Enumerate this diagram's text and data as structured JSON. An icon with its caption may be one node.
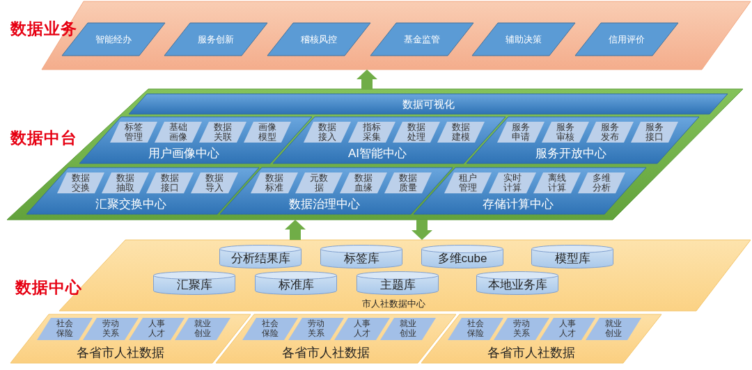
{
  "diagram": {
    "nodes": [
      {
        "text": [
          "数据业务"
        ]
      },
      {
        "text": [
          "智能经办"
        ],
        "in": 0
      },
      {
        "text": [
          "服务创新"
        ],
        "in": 0
      },
      {
        "text": [
          "稽核风控"
        ],
        "in": 0
      },
      {
        "text": [
          "基金监管"
        ],
        "in": 0
      },
      {
        "text": [
          "辅助决策"
        ],
        "in": 0
      },
      {
        "text": [
          "信用评价"
        ],
        "in": 0
      },
      {
        "text": [
          "数据中台"
        ]
      },
      {
        "text": [
          "数据可视化"
        ],
        "in": 7
      },
      {
        "text": [
          "用户画像中心"
        ],
        "in": 7
      },
      {
        "text": [
          "标签管理"
        ],
        "in": 9
      },
      {
        "text": [
          "基础画像"
        ],
        "in": 9
      },
      {
        "text": [
          "数据关联"
        ],
        "in": 9
      },
      {
        "text": [
          "画像模型"
        ],
        "in": 9
      },
      {
        "text": [
          "AI智能中心"
        ],
        "in": 7
      },
      {
        "text": [
          "数据接入"
        ],
        "in": 14
      },
      {
        "text": [
          "指标采集"
        ],
        "in": 14
      },
      {
        "text": [
          "数据处理"
        ],
        "in": 14
      },
      {
        "text": [
          "数据建模"
        ],
        "in": 14
      },
      {
        "text": [
          "服务开放中心"
        ],
        "in": 7
      },
      {
        "text": [
          "服务申请"
        ],
        "in": 19
      },
      {
        "text": [
          "服务审核"
        ],
        "in": 19
      },
      {
        "text": [
          "服务发布"
        ],
        "in": 19
      },
      {
        "text": [
          "服务接口"
        ],
        "in": 19
      },
      {
        "text": [
          "汇聚交换中心"
        ],
        "in": 7
      },
      {
        "text": [
          "数据交换"
        ],
        "in": 24
      },
      {
        "text": [
          "数据抽取"
        ],
        "in": 24
      },
      {
        "text": [
          "数据接口"
        ],
        "in": 24
      },
      {
        "text": [
          "数据导入"
        ],
        "in": 24
      },
      {
        "text": [
          "数据治理中心"
        ],
        "in": 7
      },
      {
        "text": [
          "数据标准"
        ],
        "in": 29
      },
      {
        "text": [
          "元数据"
        ],
        "in": 29
      },
      {
        "text": [
          "数据血缘"
        ],
        "in": 29
      },
      {
        "text": [
          "数据质量"
        ],
        "in": 29
      },
      {
        "text": [
          "存储计算中心"
        ],
        "in": 7
      },
      {
        "text": [
          "租户管理"
        ],
        "in": 34
      },
      {
        "text": [
          "实时计算"
        ],
        "in": 34
      },
      {
        "text": [
          "离线计算"
        ],
        "in": 34
      },
      {
        "text": [
          "多维分析"
        ],
        "in": 34
      },
      {
        "text": [
          "数据中心",
          "市人社数据中心"
        ]
      },
      {
        "text": [
          "分析结果库"
        ],
        "in": 39
      },
      {
        "text": [
          "标签库"
        ],
        "in": 39
      },
      {
        "text": [
          "多维cube"
        ],
        "in": 39
      },
      {
        "text": [
          "模型库"
        ],
        "in": 39
      },
      {
        "text": [
          "汇聚库"
        ],
        "in": 39
      },
      {
        "text": [
          "标准库"
        ],
        "in": 39
      },
      {
        "text": [
          "主题库"
        ],
        "in": 39
      },
      {
        "text": [
          "本地业务库"
        ],
        "in": 39
      },
      {
        "text": [
          "各省市人社数据"
        ]
      },
      {
        "text": [
          "社会保险"
        ],
        "in": 48
      },
      {
        "text": [
          "劳动关系"
        ],
        "in": 48
      },
      {
        "text": [
          "人事人才"
        ],
        "in": 48
      },
      {
        "text": [
          "就业创业"
        ],
        "in": 48
      },
      {
        "text": [
          "各省市人社数据"
        ]
      },
      {
        "text": [
          "社会保险"
        ],
        "in": 53
      },
      {
        "text": [
          "劳动关系"
        ],
        "in": 53
      },
      {
        "text": [
          "人事人才"
        ],
        "in": 53
      },
      {
        "text": [
          "就业创业"
        ],
        "in": 53
      },
      {
        "text": [
          "各省市人社数据"
        ]
      },
      {
        "text": [
          "社会保险"
        ],
        "in": 58
      },
      {
        "text": [
          "劳动关系"
        ],
        "in": 58
      },
      {
        "text": [
          "人事人才"
        ],
        "in": 58
      },
      {
        "text": [
          "就业创业"
        ],
        "in": 58
      }
    ],
    "edges": [
      {
        "from": 7,
        "to": 0,
        "arrow": "to"
      },
      {
        "from": 39,
        "to": 7,
        "arrow": "to"
      },
      {
        "from": 7,
        "to": 39,
        "arrow": "to"
      }
    ]
  }
}
